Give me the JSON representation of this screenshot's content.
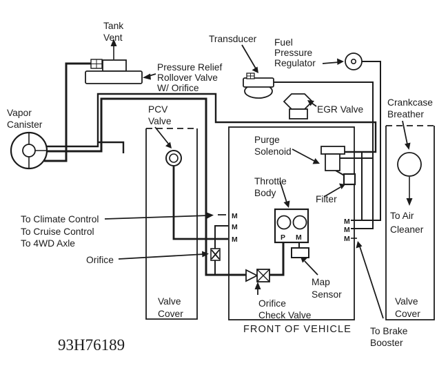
{
  "diagram": {
    "drawing_id": "93H76189",
    "type": "vacuum-hose-routing-diagram",
    "colors": {
      "ink": "#1b1b1b",
      "background": "#ffffff"
    },
    "labels": {
      "tank_vent": [
        "Tank",
        "Vent"
      ],
      "pressure_relief_rollover_valve": [
        "Pressure Relief",
        "Rollover Valve",
        "W/ Orifice"
      ],
      "transducer": [
        "Transducer"
      ],
      "fuel_pressure_regulator": [
        "Fuel",
        "Pressure",
        "Regulator"
      ],
      "egr_valve": [
        "EGR Valve"
      ],
      "vapor_canister": [
        "Vapor",
        "Canister"
      ],
      "pcv_valve": [
        "PCV",
        "Valve"
      ],
      "crankcase_breather": [
        "Crankcase",
        "Breather"
      ],
      "purge_solenoid": [
        "Purge",
        "Solenoid"
      ],
      "throttle_body": [
        "Throttle",
        "Body"
      ],
      "filter": [
        "Filter"
      ],
      "to_climate_control": [
        "To Climate Control"
      ],
      "to_cruise_control": [
        "To Cruise Control"
      ],
      "to_4wd_axle": [
        "To 4WD Axle"
      ],
      "orifice": [
        "Orifice"
      ],
      "to_air_cleaner": [
        "To Air",
        "Cleaner"
      ],
      "map_sensor": [
        "Map",
        "Sensor"
      ],
      "orifice_check_valve": [
        "Orifice",
        "Check Valve"
      ],
      "valve_cover_left": [
        "Valve",
        "Cover"
      ],
      "valve_cover_right": [
        "Valve",
        "Cover"
      ],
      "front_of_vehicle": [
        "FRONT OF VEHICLE"
      ],
      "to_brake_booster": [
        "To Brake",
        "Booster"
      ]
    },
    "port_letters": {
      "m": "M",
      "p": "P"
    }
  }
}
